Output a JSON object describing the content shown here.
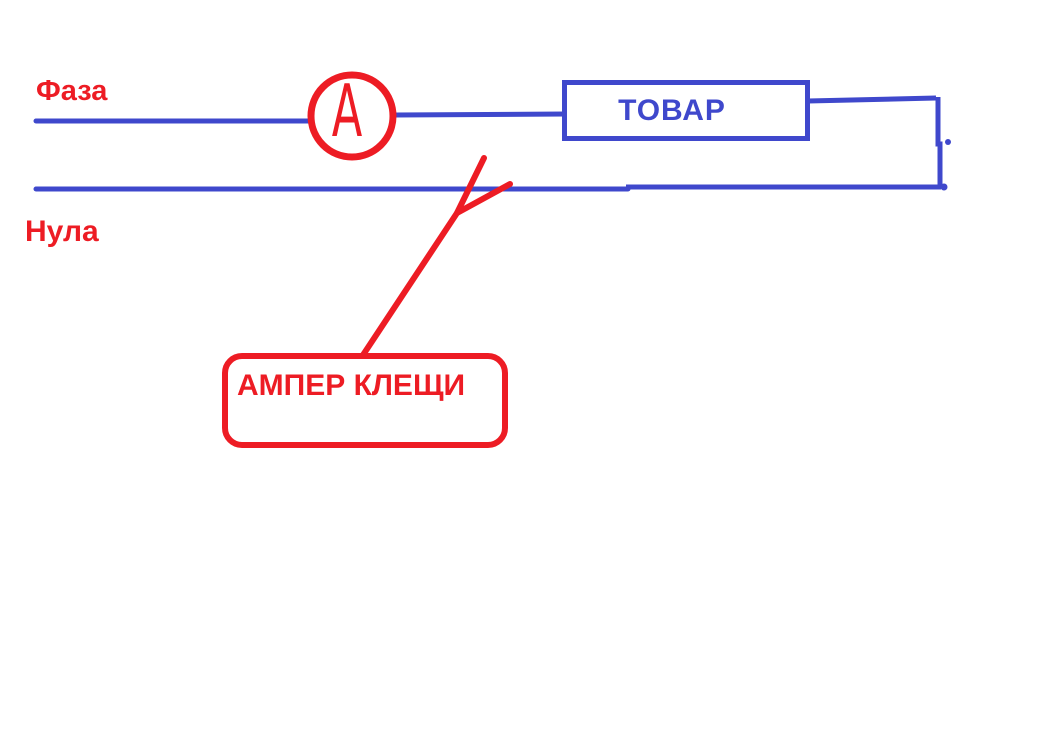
{
  "diagram": {
    "phase_label": "Фаза",
    "neutral_label": "Нула",
    "ammeter_symbol": "А",
    "load_label": "ТОВАР",
    "clamp_label": "АМПЕР КЛЕЩИ",
    "colors": {
      "wire_blue": "#3f48cc",
      "accent_red": "#ed1c24",
      "background": "#ffffff"
    }
  }
}
